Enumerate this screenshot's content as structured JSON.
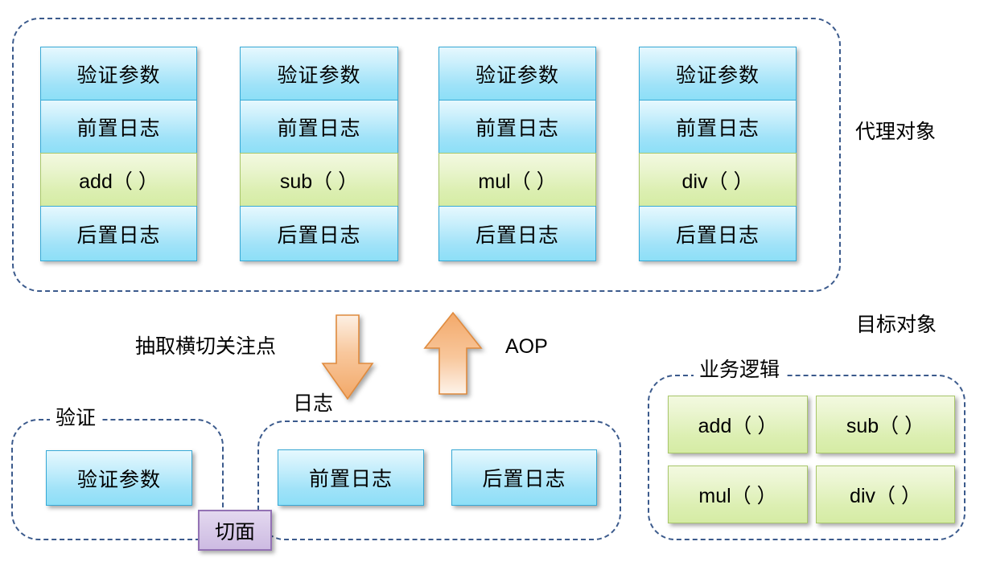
{
  "diagram": {
    "title_hidden": "",
    "colors": {
      "dashed_border": "#3b5a8c",
      "blue_fill": "#9fe2f8",
      "blue_border": "#37a9d6",
      "green_fill": "#dcefb2",
      "green_border": "#a9c76b",
      "purple_fill": "#d7c8e8",
      "purple_border": "#9372b4",
      "arrow_fill": "#f6b580",
      "arrow_border": "#e08b3e"
    }
  },
  "proxy_section": {
    "label": "代理对象",
    "columns": [
      {
        "validate": "验证参数",
        "before_log": "前置日志",
        "method": "add（ ）",
        "after_log": "后置日志"
      },
      {
        "validate": "验证参数",
        "before_log": "前置日志",
        "method": "sub（ ）",
        "after_log": "后置日志"
      },
      {
        "validate": "验证参数",
        "before_log": "前置日志",
        "method": "mul（ ）",
        "after_log": "后置日志"
      },
      {
        "validate": "验证参数",
        "before_log": "前置日志",
        "method": "div（ ）",
        "after_log": "后置日志"
      }
    ]
  },
  "flow": {
    "extract_label": "抽取横切关注点",
    "aop_label": "AOP",
    "down_arrow_name": "down-arrow",
    "up_arrow_name": "up-arrow"
  },
  "validate_section": {
    "label": "验证",
    "items": [
      "验证参数"
    ]
  },
  "log_section": {
    "label": "日志",
    "items": [
      "前置日志",
      "后置日志"
    ]
  },
  "aspect_chip": {
    "label": "切面"
  },
  "target_section": {
    "label": "目标对象",
    "business_label": "业务逻辑",
    "methods": [
      "add（ ）",
      "sub（ ）",
      "mul（ ）",
      "div（ ）"
    ]
  }
}
